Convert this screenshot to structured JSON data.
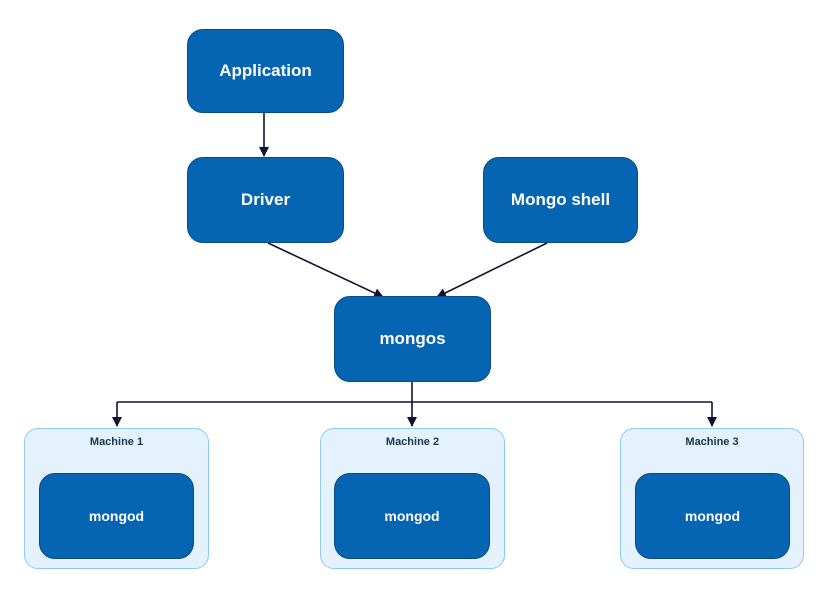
{
  "nodes": {
    "application": "Application",
    "driver": "Driver",
    "mongo_shell": "Mongo shell",
    "mongos": "mongos"
  },
  "machines": [
    {
      "title": "Machine 1",
      "node": "mongod"
    },
    {
      "title": "Machine 2",
      "node": "mongod"
    },
    {
      "title": "Machine 3",
      "node": "mongod"
    }
  ],
  "colors": {
    "node_fill": "#0565b3",
    "node_border": "#0b4a82",
    "machine_fill": "#e3f2fc",
    "machine_border": "#8fc9f0",
    "edge": "#111133"
  }
}
